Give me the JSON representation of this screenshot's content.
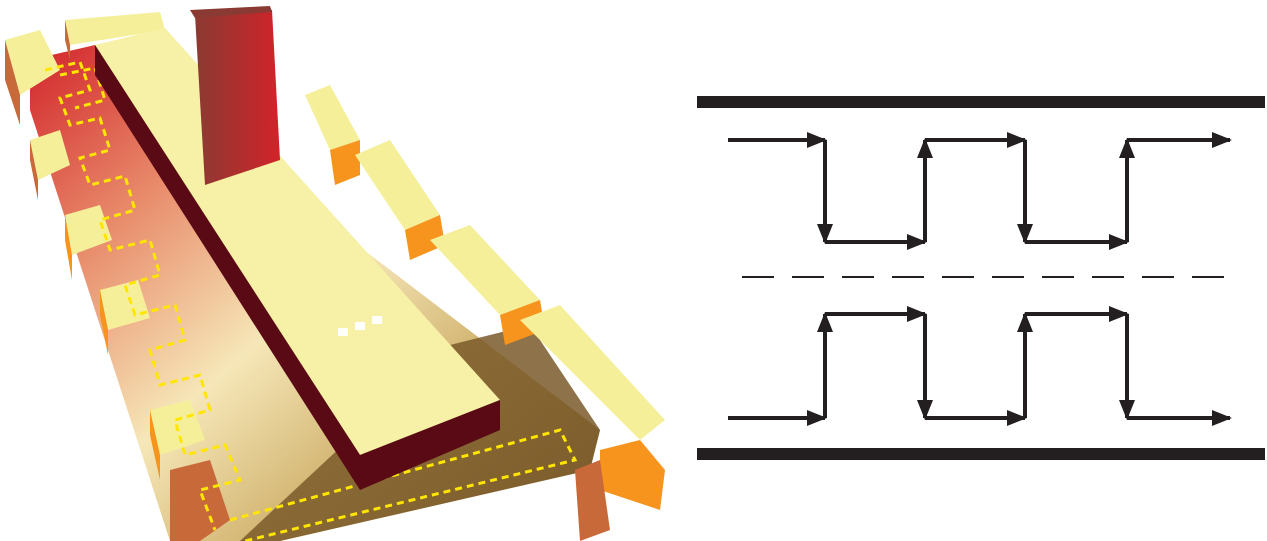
{
  "figure": {
    "left_panel": {
      "icon": "3d-channel-with-serpentine-flow-icon",
      "ellipsis_label": "• • •",
      "colors": {
        "hot": "#d2232a",
        "warm": "#f7941d",
        "wall_side": "#c8693a",
        "wall_top": "#f5ef9a",
        "central_top": "#f6f1a6",
        "central_side": "#5a0a14",
        "heat_column": "#b02a2a",
        "floor_dark": "#7a5a2a",
        "flow_path": "#ffe600"
      }
    },
    "right_panel": {
      "icon": "square-wave-flow-schematic-icon",
      "wall_color": "#231f20",
      "arrow_color": "#231f20",
      "centerline_style": "dashed",
      "upper_path_direction": "down-first",
      "lower_path_direction": "up-first",
      "periods": 2
    }
  }
}
